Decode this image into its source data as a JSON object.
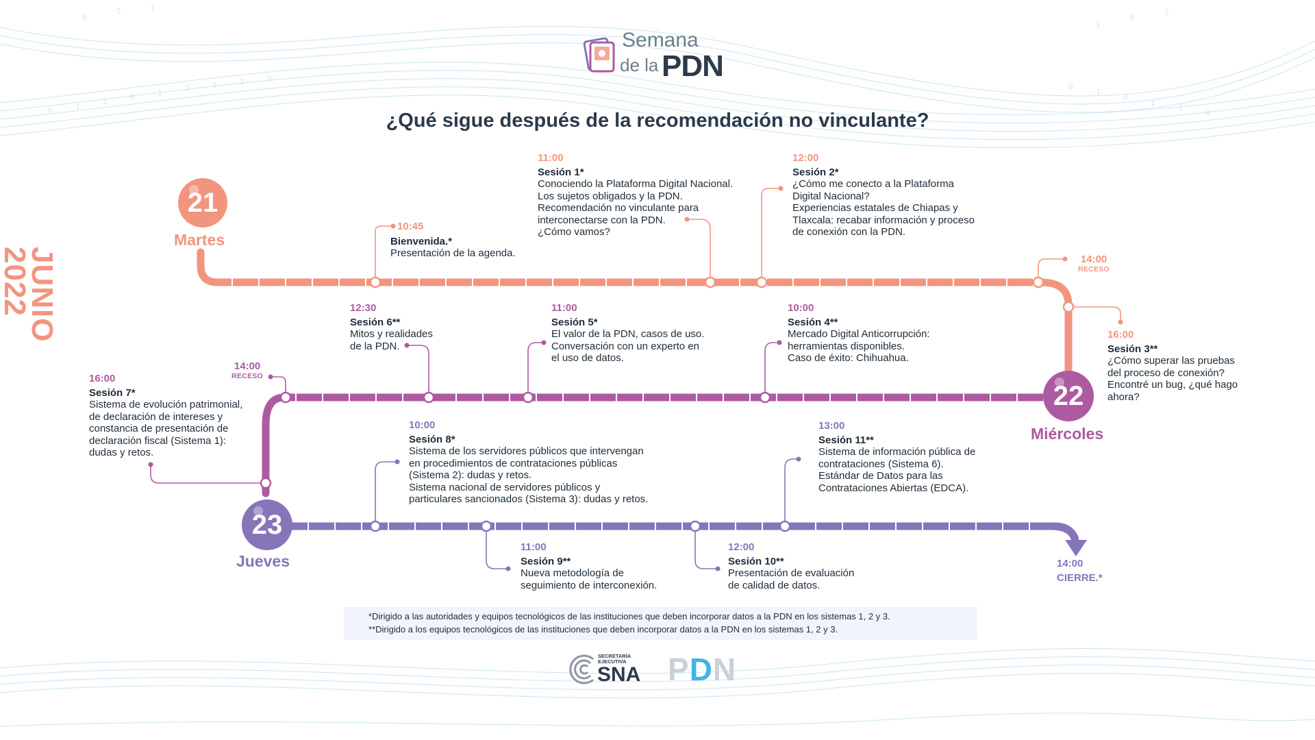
{
  "brand": {
    "event_line1": "Semana",
    "event_line2_prefix": "de la",
    "event_line2_pdn": "PDN",
    "sna_caption_1": "SECRETARÍA",
    "sna_caption_2": "EJECUTIVA",
    "sna_text": "SNA",
    "pdn_logo_p": "P",
    "pdn_logo_d": "D",
    "pdn_logo_n": "N"
  },
  "title": "¿Qué sigue después de la recomendación no vinculante?",
  "month": "JUNIO",
  "year": "2022",
  "colors": {
    "day1": "#f2957f",
    "day2": "#ad5aa2",
    "day3": "#8675b8",
    "text": "#1d2b39"
  },
  "days": [
    {
      "number": "21",
      "name": "Martes"
    },
    {
      "number": "22",
      "name": "Miércoles"
    },
    {
      "number": "23",
      "name": "Jueves"
    }
  ],
  "events": {
    "bienvenida": {
      "time": "10:45",
      "title": "Bienvenida.*",
      "lines": [
        "Presentación de la agenda."
      ]
    },
    "s1": {
      "time": "11:00",
      "title": "Sesión 1*",
      "lines": [
        "Conociendo la Plataforma Digital Nacional.",
        "Los sujetos obligados y la PDN.",
        "Recomendación no vinculante para",
        "interconectarse con la PDN.",
        "¿Cómo vamos?"
      ]
    },
    "s2": {
      "time": "12:00",
      "title": "Sesión 2*",
      "lines": [
        "¿Cómo me conecto a la Plataforma",
        "Digital Nacional?",
        "Experiencias estatales de Chiapas y",
        "Tlaxcala: recabar información y proceso",
        "de conexión con la PDN."
      ]
    },
    "receso1": {
      "time": "14:00",
      "label": "RECESO"
    },
    "s3": {
      "time": "16:00",
      "title": "Sesión 3**",
      "lines": [
        "¿Cómo superar las pruebas",
        "del proceso de conexión?",
        "Encontré un bug, ¿qué hago",
        "ahora?"
      ]
    },
    "s4": {
      "time": "10:00",
      "title": "Sesión 4**",
      "lines": [
        "Mercado Digital Anticorrupción:",
        "herramientas disponibles.",
        "Caso de éxito: Chihuahua."
      ]
    },
    "s5": {
      "time": "11:00",
      "title": "Sesión 5*",
      "lines": [
        "El valor de la PDN, casos de uso.",
        "Conversación con un experto en",
        "el uso de datos."
      ]
    },
    "s6": {
      "time": "12:30",
      "title": "Sesión 6**",
      "lines": [
        "Mitos y realidades",
        "de la PDN."
      ]
    },
    "receso2": {
      "time": "14:00",
      "label": "RECESO"
    },
    "s7": {
      "time": "16:00",
      "title": "Sesión 7*",
      "lines": [
        "Sistema de evolución patrimonial,",
        "de declaración de intereses y",
        "constancia de presentación de",
        "declaración fiscal (Sistema 1):",
        "dudas y retos."
      ]
    },
    "s8": {
      "time": "10:00",
      "title": "Sesión 8*",
      "lines": [
        "Sistema de los servidores públicos que intervengan",
        "en procedimientos de contrataciones públicas",
        "(Sistema 2): dudas y retos.",
        "Sistema nacional de servidores públicos y",
        "particulares sancionados (Sistema 3): dudas y retos."
      ]
    },
    "s9": {
      "time": "11:00",
      "title": "Sesión 9**",
      "lines": [
        "Nueva metodología de",
        "seguimiento de interconexión."
      ]
    },
    "s10": {
      "time": "12:00",
      "title": "Sesión 10**",
      "lines": [
        "Presentación de evaluación",
        "de calidad de datos."
      ]
    },
    "s11": {
      "time": "13:00",
      "title": "Sesión 11**",
      "lines": [
        "Sistema de información pública de",
        "contrataciones (Sistema 6).",
        "Estándar de Datos para las",
        "Contrataciones Abiertas (EDCA)."
      ]
    },
    "cierre": {
      "time": "14:00",
      "label": "CIERRE.*"
    }
  },
  "footnotes": [
    "*Dirigido a las autoridades y equipos tecnológicos de las instituciones que deben incorporar datos a la PDN en los sistemas 1, 2 y 3.",
    "**Dirigido a los equipos tecnológicos de las instituciones que deben incorporar datos a la PDN en los sistemas 1, 2 y 3."
  ]
}
